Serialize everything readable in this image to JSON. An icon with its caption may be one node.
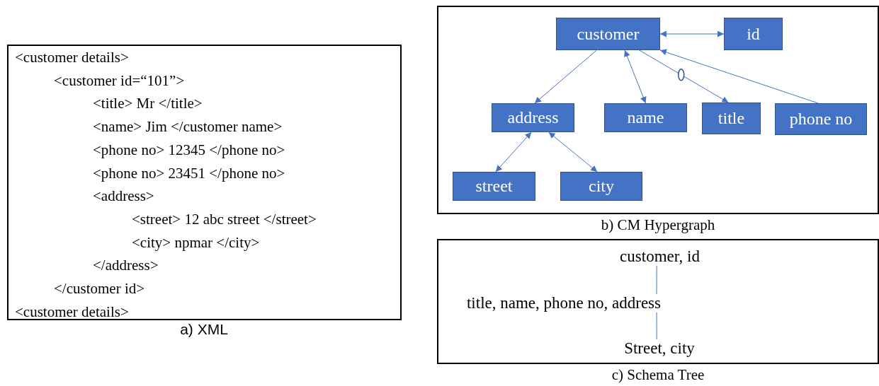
{
  "diagram": {
    "nodes": [
      {
        "text": [
          "<customer details>",
          "<customer id=“101”>",
          "<title> Mr </title>",
          "<name> Jim </customer name>",
          "<phone no> 12345 </phone no>",
          "<phone no> 23451 </phone no>",
          "<address>",
          "<street> 12 abc street </street>",
          "<city> npmar </city>",
          "</address>",
          "</customer id>",
          "<customer details>"
        ],
        "beside": [
          "a) XML"
        ]
      },
      {
        "text": [],
        "shape": "box",
        "beside": [
          "b) CM Hypergraph"
        ]
      },
      {
        "text": [
          "customer"
        ],
        "in": 1
      },
      {
        "text": [
          "id"
        ],
        "in": 1
      },
      {
        "text": [
          "address"
        ],
        "in": 1
      },
      {
        "text": [
          "name"
        ],
        "in": 1
      },
      {
        "text": [
          "title"
        ],
        "in": 1
      },
      {
        "text": [
          "phone no"
        ],
        "in": 1
      },
      {
        "text": [
          "street"
        ],
        "in": 1
      },
      {
        "text": [
          "city"
        ],
        "in": 1
      },
      {
        "text": [],
        "shape": "box",
        "beside": [
          "c) Schema Tree"
        ]
      },
      {
        "text": [
          "customer, id"
        ],
        "in": 10
      },
      {
        "text": [
          "title, name, phone no, address"
        ],
        "in": 10
      },
      {
        "text": [
          "Street, city"
        ],
        "in": 10
      }
    ],
    "edges": [
      {
        "from": 2,
        "to": 3,
        "arrow": "both"
      },
      {
        "from": 2,
        "to": 4,
        "arrow": "to"
      },
      {
        "from": 2,
        "to": 5,
        "arrow": "both"
      },
      {
        "from": 2,
        "to": 6,
        "arrow": "to"
      },
      {
        "from": 7,
        "to": 2,
        "arrow": "to"
      },
      {
        "from": 4,
        "to": 8,
        "arrow": "both"
      },
      {
        "from": 4,
        "to": 9,
        "arrow": "both"
      },
      {
        "from": 11,
        "to": 12,
        "arrow": "none"
      },
      {
        "from": 12,
        "to": 13,
        "arrow": "none"
      }
    ]
  }
}
